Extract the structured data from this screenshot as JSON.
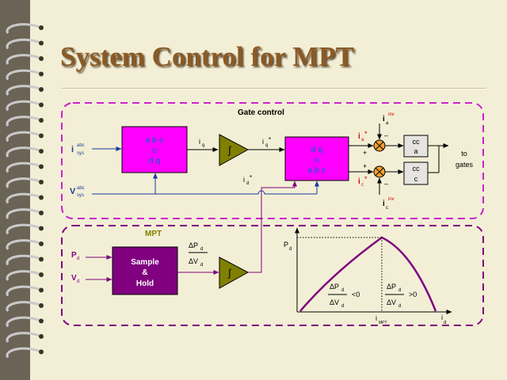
{
  "slide": {
    "title": "System Control for MPT"
  },
  "colors": {
    "background": "#f3efd6",
    "title": "#8b5a24",
    "region_border": "#cc22cc",
    "block_magenta": "#ff00ff",
    "block_magenta_text": "#3a4fd0",
    "sample_hold_fill": "#800080",
    "integrator_fill": "#808000",
    "signal_line": "#1a3aa0",
    "mpt_line": "#800080",
    "curve": "#800080",
    "red_label": "#cc0000",
    "mpt_label": "#808000"
  },
  "gate_control": {
    "title": "Gate control",
    "inputs": {
      "i_main": "i",
      "i_sup": "abc",
      "i_sub": "sys",
      "v_main": "V",
      "v_sup": "abc",
      "v_sub": "sys"
    },
    "abc_to_dq": {
      "line1": "a b c",
      "line2": "to",
      "line3": "d q"
    },
    "dq_to_abc": {
      "line1": "d q",
      "line2": "to",
      "line3": "a b c"
    },
    "iq_label": {
      "main": "i",
      "sub": "q"
    },
    "iq_star_label": {
      "main": "i",
      "sub": "q",
      "sup": "*"
    },
    "id_star_label": {
      "main": "i",
      "sub": "d",
      "sup": "*"
    },
    "ia_star_label": {
      "main": "i",
      "sub": "a",
      "sup": "*"
    },
    "ic_star_label": {
      "main": "i",
      "sub": "c",
      "sup": "*"
    },
    "ia_inv_label": {
      "main": "i",
      "sub": "a",
      "sup": "inv"
    },
    "ic_inv_label": {
      "main": "i",
      "sub": "c",
      "sup": "inv"
    },
    "sum_top": {
      "plus": "+",
      "minus": "–"
    },
    "sum_bottom": {
      "plus": "+",
      "minus": "–"
    },
    "cc_a": {
      "line1": "cc",
      "line2": "a"
    },
    "cc_c": {
      "line1": "cc",
      "line2": "c"
    },
    "to_gates": {
      "line1": "to",
      "line2": "gates"
    }
  },
  "mpt": {
    "title": "MPT",
    "pd_label": {
      "main": "P",
      "sub": "d"
    },
    "vd_label": {
      "main": "V",
      "sub": "d"
    },
    "sample_hold": {
      "line1": "Sample",
      "line2": "&",
      "line3": "Hold"
    },
    "ratio": {
      "num_main": "ΔP",
      "num_sub": "d",
      "den_main": "ΔV",
      "den_sub": "d"
    },
    "integrator_symbol": "∫"
  },
  "pv_curve": {
    "y_main": "P",
    "y_sub": "d",
    "x_main": "i",
    "x_sub": "d",
    "impt_main": "i",
    "impt_sub": "MPT",
    "left_ratio": {
      "num_main": "ΔP",
      "num_sub": "d",
      "den_main": "ΔV",
      "den_sub": "d",
      "cmp": "<0"
    },
    "right_ratio": {
      "num_main": "ΔP",
      "num_sub": "d",
      "den_main": "ΔV",
      "den_sub": "d",
      "cmp": ">0"
    }
  }
}
